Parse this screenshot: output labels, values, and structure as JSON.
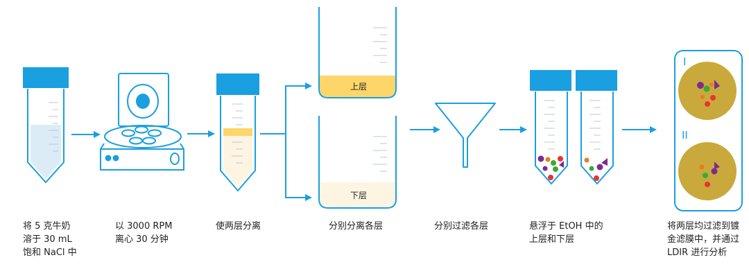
{
  "colors": {
    "blue": "#1a9fe0",
    "liquid": "#dcecf7",
    "yellow": "#fdd66a",
    "cream": "#fdf5e2",
    "membrane": "#c9a93c",
    "red": "#e8352f",
    "green": "#3aaa35",
    "purple": "#7a2d8e",
    "orange": "#e97b25"
  },
  "icons": [
    "milk-tube-icon",
    "centrifuge-icon",
    "separated-tube-icon",
    "upper-beaker-icon",
    "lower-beaker-icon",
    "funnel-icon",
    "suspension-tube-upper-icon",
    "suspension-tube-lower-icon",
    "membrane-slide-icon"
  ],
  "beakers": {
    "upper_label": "上层",
    "lower_label": "下层"
  },
  "slide": {
    "mark_1": "I",
    "mark_2": "II"
  },
  "steps": [
    {
      "caption": "将 5 克牛奶\n溶于 30 mL\n饱和 NaCl 中"
    },
    {
      "caption": "以 3000 RPM\n离心 30 分钟"
    },
    {
      "caption": "使两层分离"
    },
    {
      "caption": "分别分离各层"
    },
    {
      "caption": "分别过滤各层"
    },
    {
      "caption": "悬浮于 EtOH 中的\n上层和下层"
    },
    {
      "caption": "将两层均过滤到镀\n金滤膜中，并通过\nLDIR 进行分析"
    }
  ]
}
